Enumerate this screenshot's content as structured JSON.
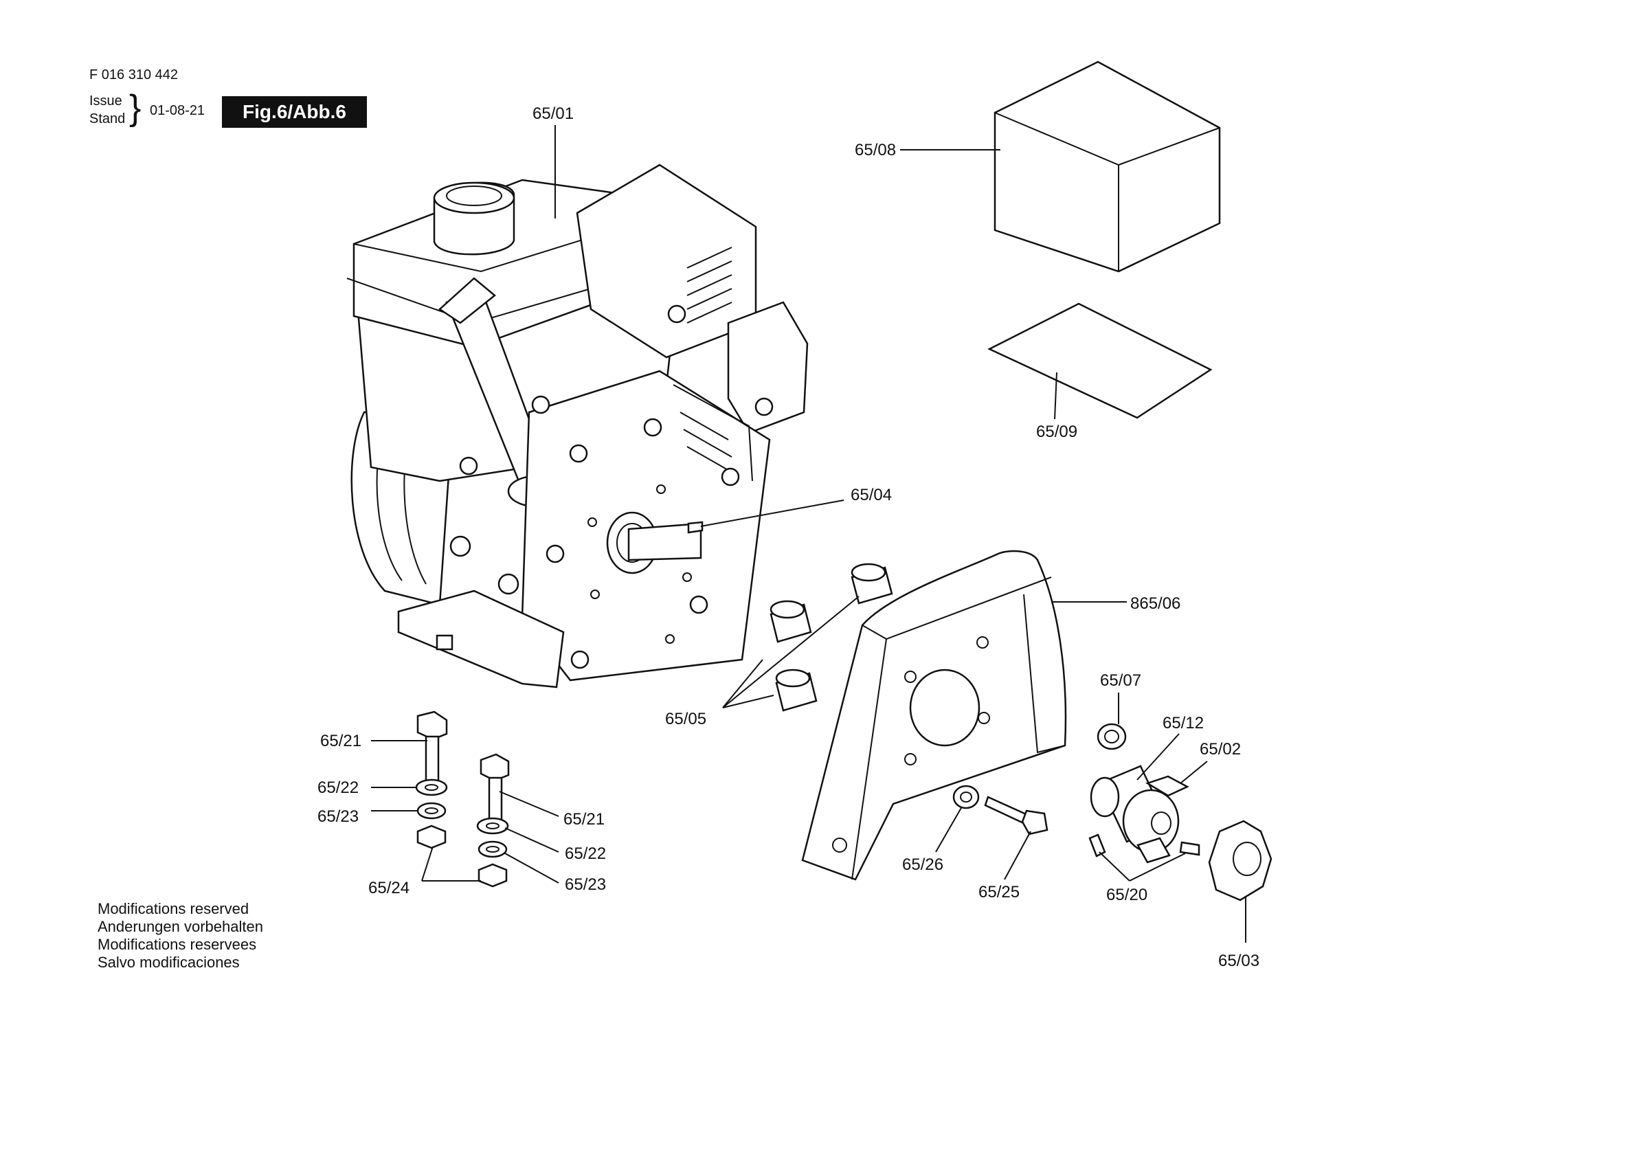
{
  "header": {
    "doc_number": "F 016 310 442",
    "issue_label": "Issue",
    "stand_label": "Stand",
    "date": "01-08-21",
    "figure_badge": "Fig.6/Abb.6"
  },
  "callouts": {
    "c6501": "65/01",
    "c6508": "65/08",
    "c6509": "65/09",
    "c6504": "65/04",
    "c86506": "865/06",
    "c6505": "65/05",
    "c6507": "65/07",
    "c6512": "65/12",
    "c6502": "65/02",
    "c6521a": "65/21",
    "c6522a": "65/22",
    "c6523a": "65/23",
    "c6524": "65/24",
    "c6521b": "65/21",
    "c6522b": "65/22",
    "c6523b": "65/23",
    "c6526": "65/26",
    "c6525": "65/25",
    "c6520": "65/20",
    "c6503": "65/03"
  },
  "footer": {
    "modifications": [
      "Modifications reserved",
      "Anderungen vorbehalten",
      "Modifications reservees",
      "Salvo modificaciones"
    ]
  }
}
